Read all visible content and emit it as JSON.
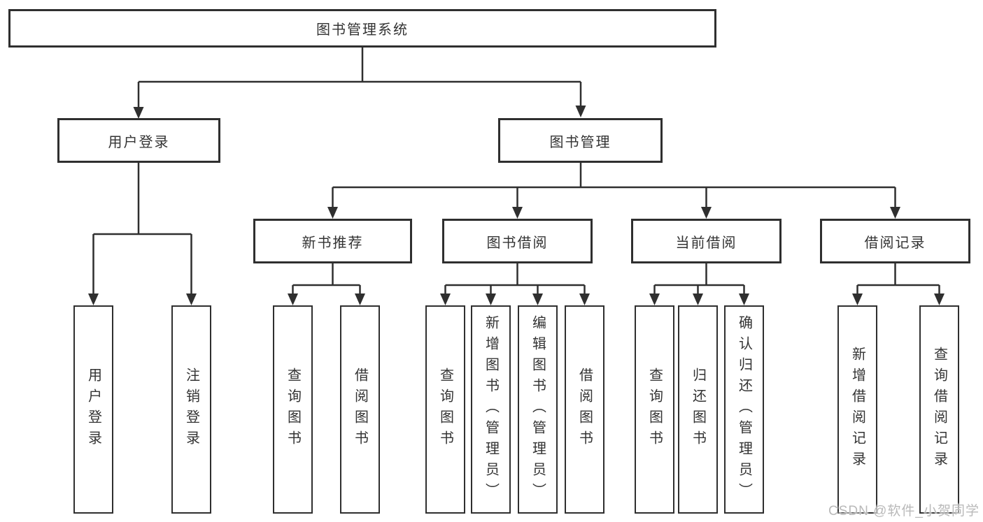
{
  "diagram": {
    "title": "图书管理系统",
    "branches": [
      {
        "label": "用户登录",
        "children": [
          {
            "label": "用户登录"
          },
          {
            "label": "注销登录"
          }
        ]
      },
      {
        "label": "图书管理",
        "groups": [
          {
            "label": "新书推荐",
            "children": [
              {
                "label": "查询图书"
              },
              {
                "label": "借阅图书"
              }
            ]
          },
          {
            "label": "图书借阅",
            "children": [
              {
                "label": "查询图书"
              },
              {
                "label": "新增图书（管理员）"
              },
              {
                "label": "编辑图书（管理员）"
              },
              {
                "label": "借阅图书"
              }
            ]
          },
          {
            "label": "当前借阅",
            "children": [
              {
                "label": "查询图书"
              },
              {
                "label": "归还图书"
              },
              {
                "label": "确认归还（管理员）"
              }
            ]
          },
          {
            "label": "借阅记录",
            "children": [
              {
                "label": "新增借阅记录"
              },
              {
                "label": "查询借阅记录"
              }
            ]
          }
        ]
      }
    ]
  },
  "watermark": "CSDN @软件_小贺同学",
  "colors": {
    "line": "#2f2f2f",
    "text": "#333333",
    "watermark": "#b9b9b9",
    "background": "#ffffff"
  }
}
